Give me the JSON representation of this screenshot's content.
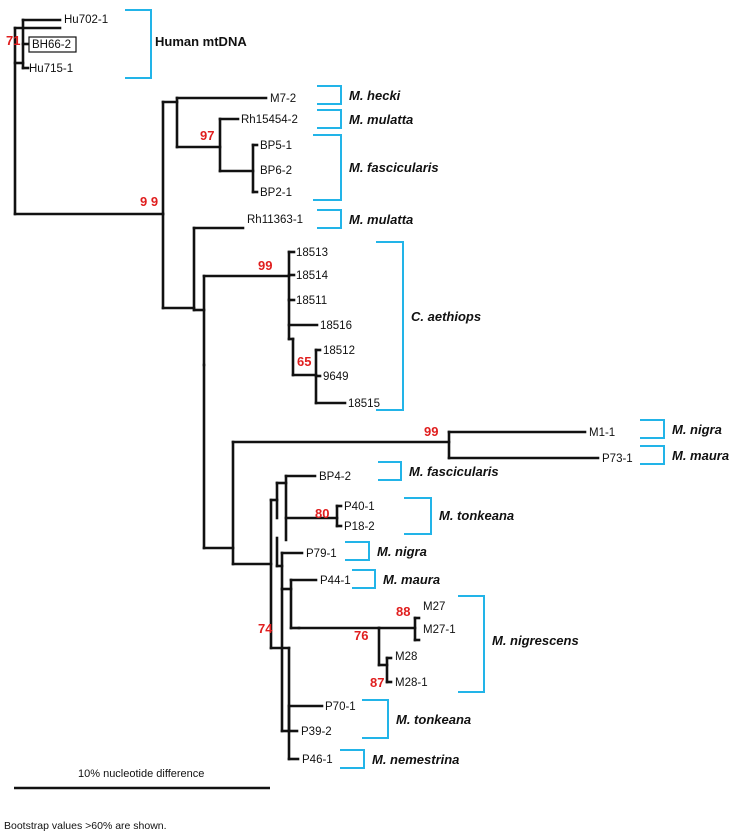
{
  "colors": {
    "bootstrap": "#e01e1e",
    "bracket": "#22b4e8",
    "line": "#111111"
  },
  "leaves": {
    "hu702": "Hu702-1",
    "bh66": "BH66-2",
    "hu715": "Hu715-1",
    "m7": "M7-2",
    "rh15454": "Rh15454-2",
    "bp5": "BP5-1",
    "bp6": "BP6-2",
    "bp2": "BP2-1",
    "rh11363": "Rh11363-1",
    "c18513": "18513",
    "c18514": "18514",
    "c18511": "18511",
    "c18516": "18516",
    "c18512": "18512",
    "c9649": "9649",
    "c18515": "18515",
    "m1": "M1-1",
    "p73": "P73-1",
    "bp4": "BP4-2",
    "p40": "P40-1",
    "p18": "P18-2",
    "p79": "P79-1",
    "p44": "P44-1",
    "m27": "M27",
    "m27b": "M27-1",
    "m28": "M28",
    "m28b": "M28-1",
    "p70": "P70-1",
    "p39": "P39-2",
    "p46": "P46-1"
  },
  "bootstrap": {
    "human": "71",
    "fasc": "97",
    "macaca": "9 9",
    "aethiops": "99",
    "aeth_sub": "65",
    "nigra_maura": "99",
    "tonk": "80",
    "sulawesi": "74",
    "nigrescens": "76",
    "m27_pair": "88",
    "m28_pair": "87"
  },
  "groups": {
    "human": "Human mtDNA",
    "hecki": "M. hecki",
    "mulatta1": "M. mulatta",
    "fascicularis1": "M. fascicularis",
    "mulatta2": "M. mulatta",
    "aethiops": "C. aethiops",
    "nigra1": "M. nigra",
    "maura1": "M. maura",
    "fascicularis2": "M. fascicularis",
    "tonkeana1": "M. tonkeana",
    "nigra2": "M. nigra",
    "maura2": "M. maura",
    "nigrescens": "M. nigrescens",
    "tonkeana2": "M. tonkeana",
    "nemestrina": "M. nemestrina"
  },
  "scale": {
    "label": "10% nucleotide difference"
  },
  "footnote": "Bootstrap values >60% are shown."
}
